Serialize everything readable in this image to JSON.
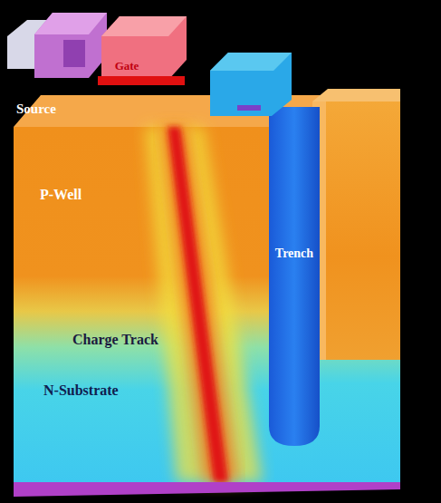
{
  "diagram": {
    "labels": [
      "Gate",
      "Source",
      "P-Well",
      "Trench",
      "Charge Track",
      "N-Substrate"
    ]
  }
}
